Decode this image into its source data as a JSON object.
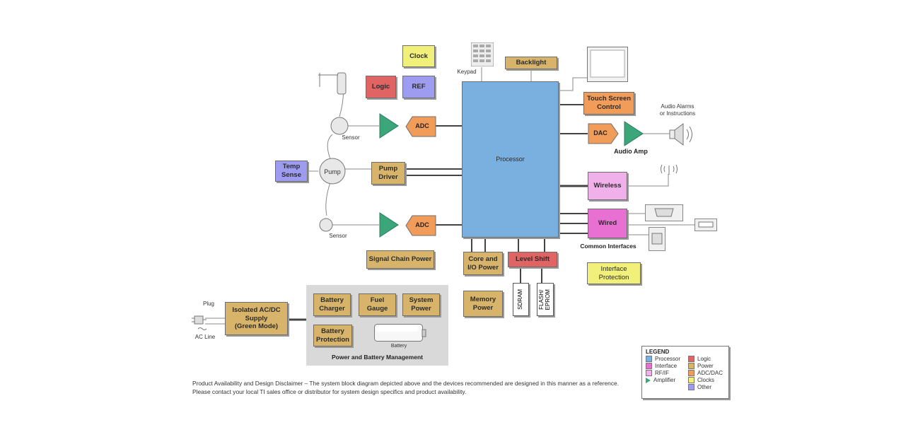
{
  "blocks": {
    "clock": "Clock",
    "logic": "Logic",
    "ref": "REF",
    "backlight": "Backlight",
    "processor": "Processor",
    "touch_screen": "Touch Screen\nControl",
    "adc_top": "ADC",
    "adc_bottom": "ADC",
    "dac": "DAC",
    "temp_sense": "Temp\nSense",
    "pump_driver": "Pump\nDriver",
    "wireless": "Wireless",
    "wired": "Wired",
    "signal_chain_power": "Signal Chain Power",
    "core_io_power": "Core and\nI/O Power",
    "level_shift": "Level Shift",
    "interface_protection": "Interface\nProtection",
    "memory_power": "Memory\nPower",
    "sdram": "SDRAM",
    "flash_eprom": "FLASH/\nEPROM",
    "isolated_supply": "Isolated AC/DC\nSupply\n(Green Mode)",
    "battery_charger": "Battery\nCharger",
    "fuel_gauge": "Fuel\nGauge",
    "system_power": "System\nPower",
    "battery_protection": "Battery\nProtection"
  },
  "labels": {
    "keypad": "Keypad",
    "sensor_top": "Sensor",
    "sensor_bottom": "Sensor",
    "pump": "Pump",
    "audio_amp": "Audio Amp",
    "audio_alarms": "Audio Alarms\nor Instructions",
    "common_interfaces": "Common Interfaces",
    "plug": "Plug",
    "ac_line": "AC Line",
    "battery": "Battery",
    "pbm_title": "Power and Battery Management"
  },
  "legend": {
    "title": "LEGEND",
    "items": [
      {
        "label": "Processor",
        "color": "#7ab0e0"
      },
      {
        "label": "Logic",
        "color": "#e06464"
      },
      {
        "label": "Interface",
        "color": "#e770d2"
      },
      {
        "label": "Power",
        "color": "#d7b46a"
      },
      {
        "label": "RF/IF",
        "color": "#f0b0ea"
      },
      {
        "label": "ADC/DAC",
        "color": "#f29c5a"
      },
      {
        "label": "Amplifier",
        "color": "#3aa67a",
        "shape": "triangle"
      },
      {
        "label": "Clocks",
        "color": "#f0f07a"
      },
      {
        "label": "Other",
        "color": "#9e9cf0",
        "position": "last"
      }
    ]
  },
  "disclaimer": "Product Availability and Design Disclaimer – The system block diagram depicted above and the devices recommended are designed in this manner as a reference. Please contact your local TI sales office or distributor for system design specifics and product availability.",
  "colors": {
    "processor": "#7ab0e0",
    "logic": "#e06464",
    "interface": "#e770d2",
    "power": "#d7b46a",
    "rfif": "#f0b0ea",
    "adcdac": "#f29c5a",
    "amplifier": "#3aa67a",
    "clocks": "#f0f07a",
    "other": "#9e9cf0"
  }
}
